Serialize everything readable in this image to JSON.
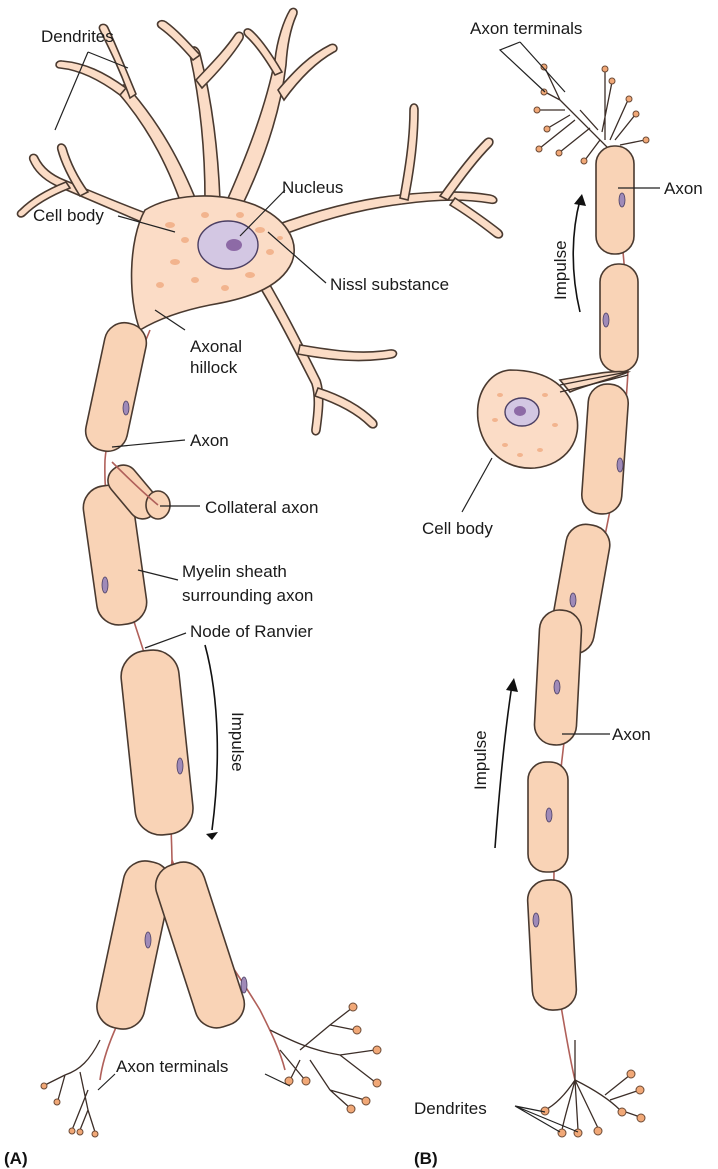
{
  "panel_a": {
    "label": "(A)",
    "dendrites_label": "Dendrites",
    "cell_body_label": "Cell body",
    "nucleus_label": "Nucleus",
    "nissl_label": "Nissl substance",
    "axonal_hillock_line1": "Axonal",
    "axonal_hillock_line2": "hillock",
    "axon_label": "Axon",
    "collateral_label": "Collateral axon",
    "myelin_line1": "Myelin sheath",
    "myelin_line2": "surrounding  axon",
    "node_label": "Node of Ranvier",
    "impulse_label": "Impulse",
    "axon_terminals_label": "Axon terminals"
  },
  "panel_b": {
    "label": "(B)",
    "axon_terminals_label": "Axon terminals",
    "axon_top_label": "Axon",
    "impulse_top_label": "Impulse",
    "cell_body_label": "Cell body",
    "axon_bottom_label": "Axon",
    "impulse_bottom_label": "Impulse",
    "dendrites_label": "Dendrites"
  },
  "colors": {
    "cell_fill": "#fbdcc6",
    "myelin_fill": "#f9d3b6",
    "nucleus_fill": "#d3c7e3",
    "axon_core": "#b0605a",
    "terminal_bulb": "#f1a877"
  }
}
